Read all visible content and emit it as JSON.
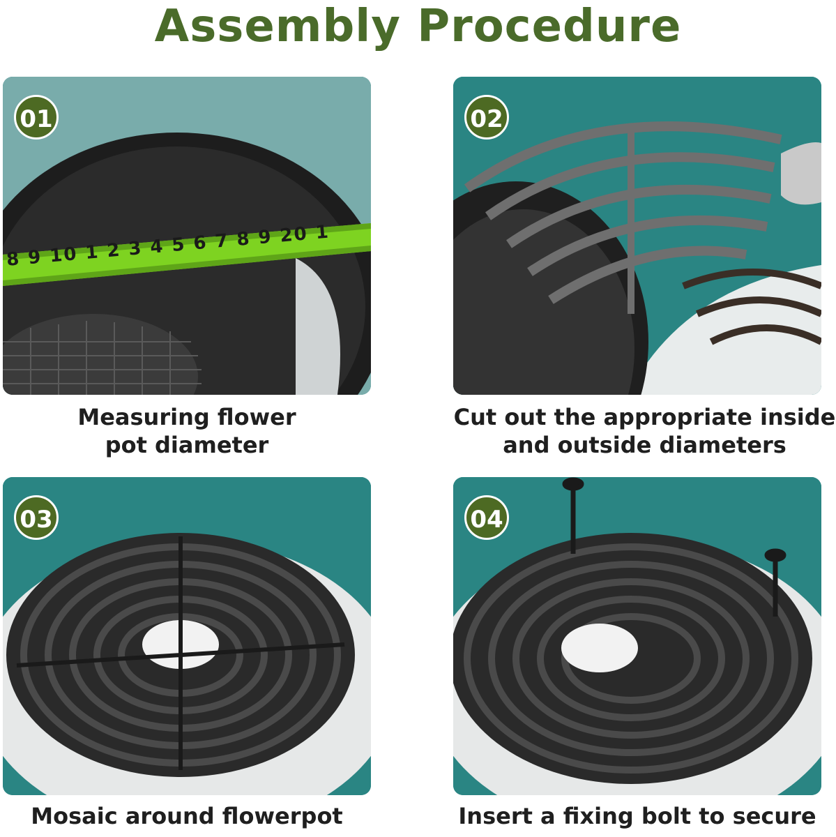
{
  "title": "Assembly Procedure",
  "steps": [
    {
      "number": "01",
      "caption": "Measuring flower\npot diameter"
    },
    {
      "number": "02",
      "caption": "Cut out the appropriate inside\nand outside diameters"
    },
    {
      "number": "03",
      "caption": "Mosaic around flowerpot"
    },
    {
      "number": "04",
      "caption": "Insert a fixing bolt to secure"
    }
  ],
  "tape_digits": "8 9 10 1 2 3 4 5 6 7 8 9 20 1",
  "colors": {
    "title": "#4a6b2a",
    "badge": "#4d6a23",
    "backdrop": "#2a8583",
    "tape": "#7ed321"
  }
}
